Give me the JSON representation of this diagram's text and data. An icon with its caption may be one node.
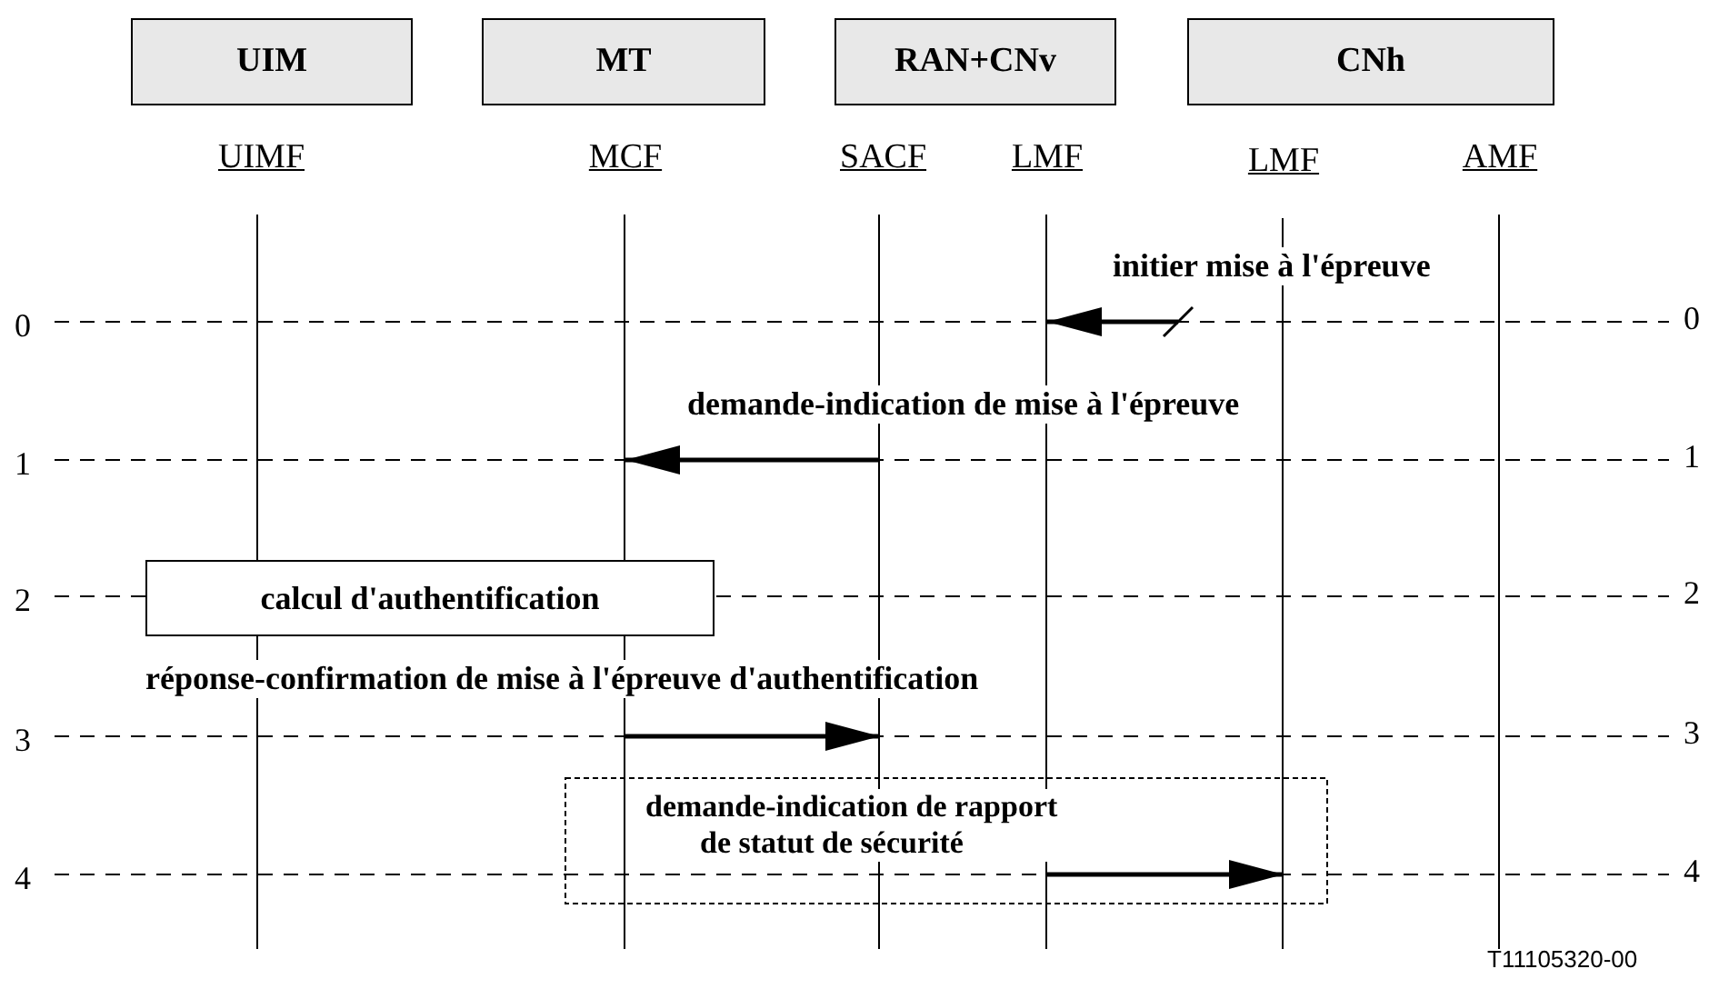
{
  "diagram": {
    "nodes": [
      {
        "text": [
          "UIM"
        ]
      },
      {
        "text": [
          "MT"
        ]
      },
      {
        "text": [
          "RAN+CNv"
        ]
      },
      {
        "text": [
          "CNh"
        ]
      },
      {
        "text": [
          "UIMF"
        ]
      },
      {
        "text": [
          "MCF"
        ]
      },
      {
        "text": [
          "SACF"
        ]
      },
      {
        "text": [
          "LMF"
        ]
      },
      {
        "text": [
          "LMF"
        ]
      },
      {
        "text": [
          "AMF"
        ]
      },
      {
        "text": [
          "calcul d'authentification"
        ]
      }
    ],
    "edges": [
      {
        "from": null,
        "to": 7,
        "arrow": "to",
        "label": "initier mise à l'épreuve"
      },
      {
        "from": 6,
        "to": 5,
        "arrow": "to",
        "label": "demande-indication de mise à l'épreuve"
      },
      {
        "from": 5,
        "to": 6,
        "arrow": "to",
        "label": "réponse-confirmation de mise à l'épreuve d'authentification"
      },
      {
        "from": 7,
        "to": 8,
        "arrow": "to",
        "label": "demande-indication de rapport de statut de sécurité"
      }
    ],
    "labels": [
      "0",
      "0",
      "1",
      "1",
      "2",
      "2",
      "3",
      "3",
      "4",
      "4",
      "T11105320-00"
    ]
  }
}
